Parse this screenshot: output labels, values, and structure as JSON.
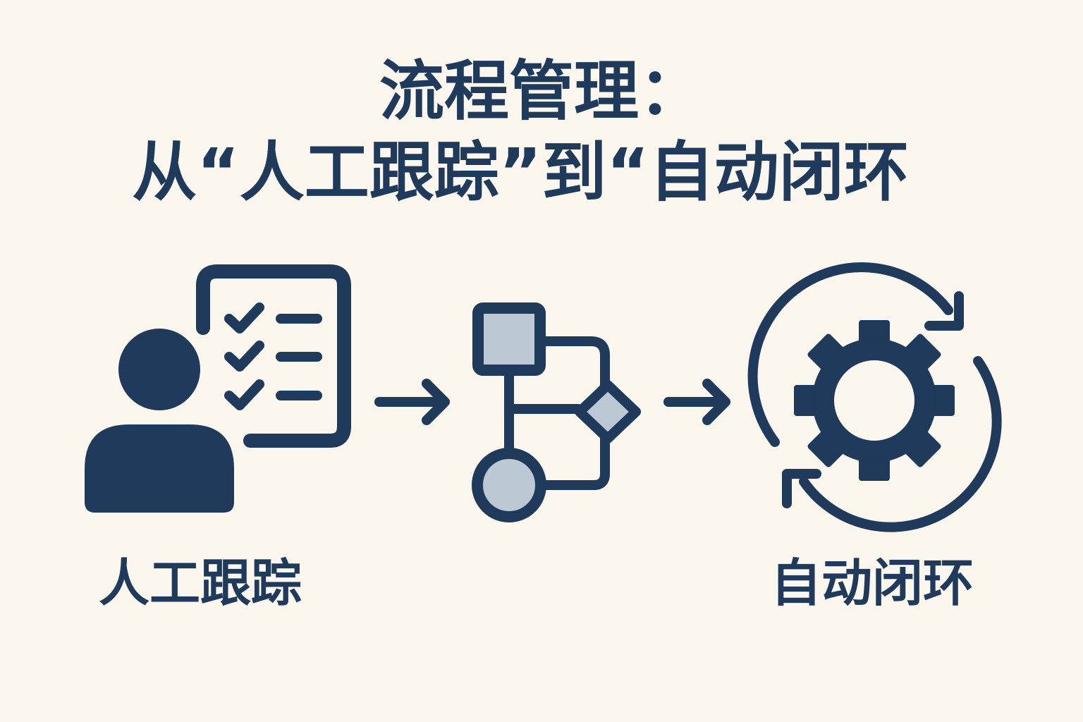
{
  "title": {
    "line1": "流程管理：",
    "line2": "从“人工跟踪”到“自动闭环"
  },
  "stages": [
    {
      "label": "人工跟踪",
      "icon": "person-checklist-icon"
    },
    {
      "label": "",
      "icon": "flowchart-icon"
    },
    {
      "label": "自动闭环",
      "icon": "gear-cycle-icon"
    }
  ],
  "colors": {
    "background": "#fbf7ee",
    "primary": "#1f3a5b",
    "fill_light": "#bcc8d4"
  }
}
